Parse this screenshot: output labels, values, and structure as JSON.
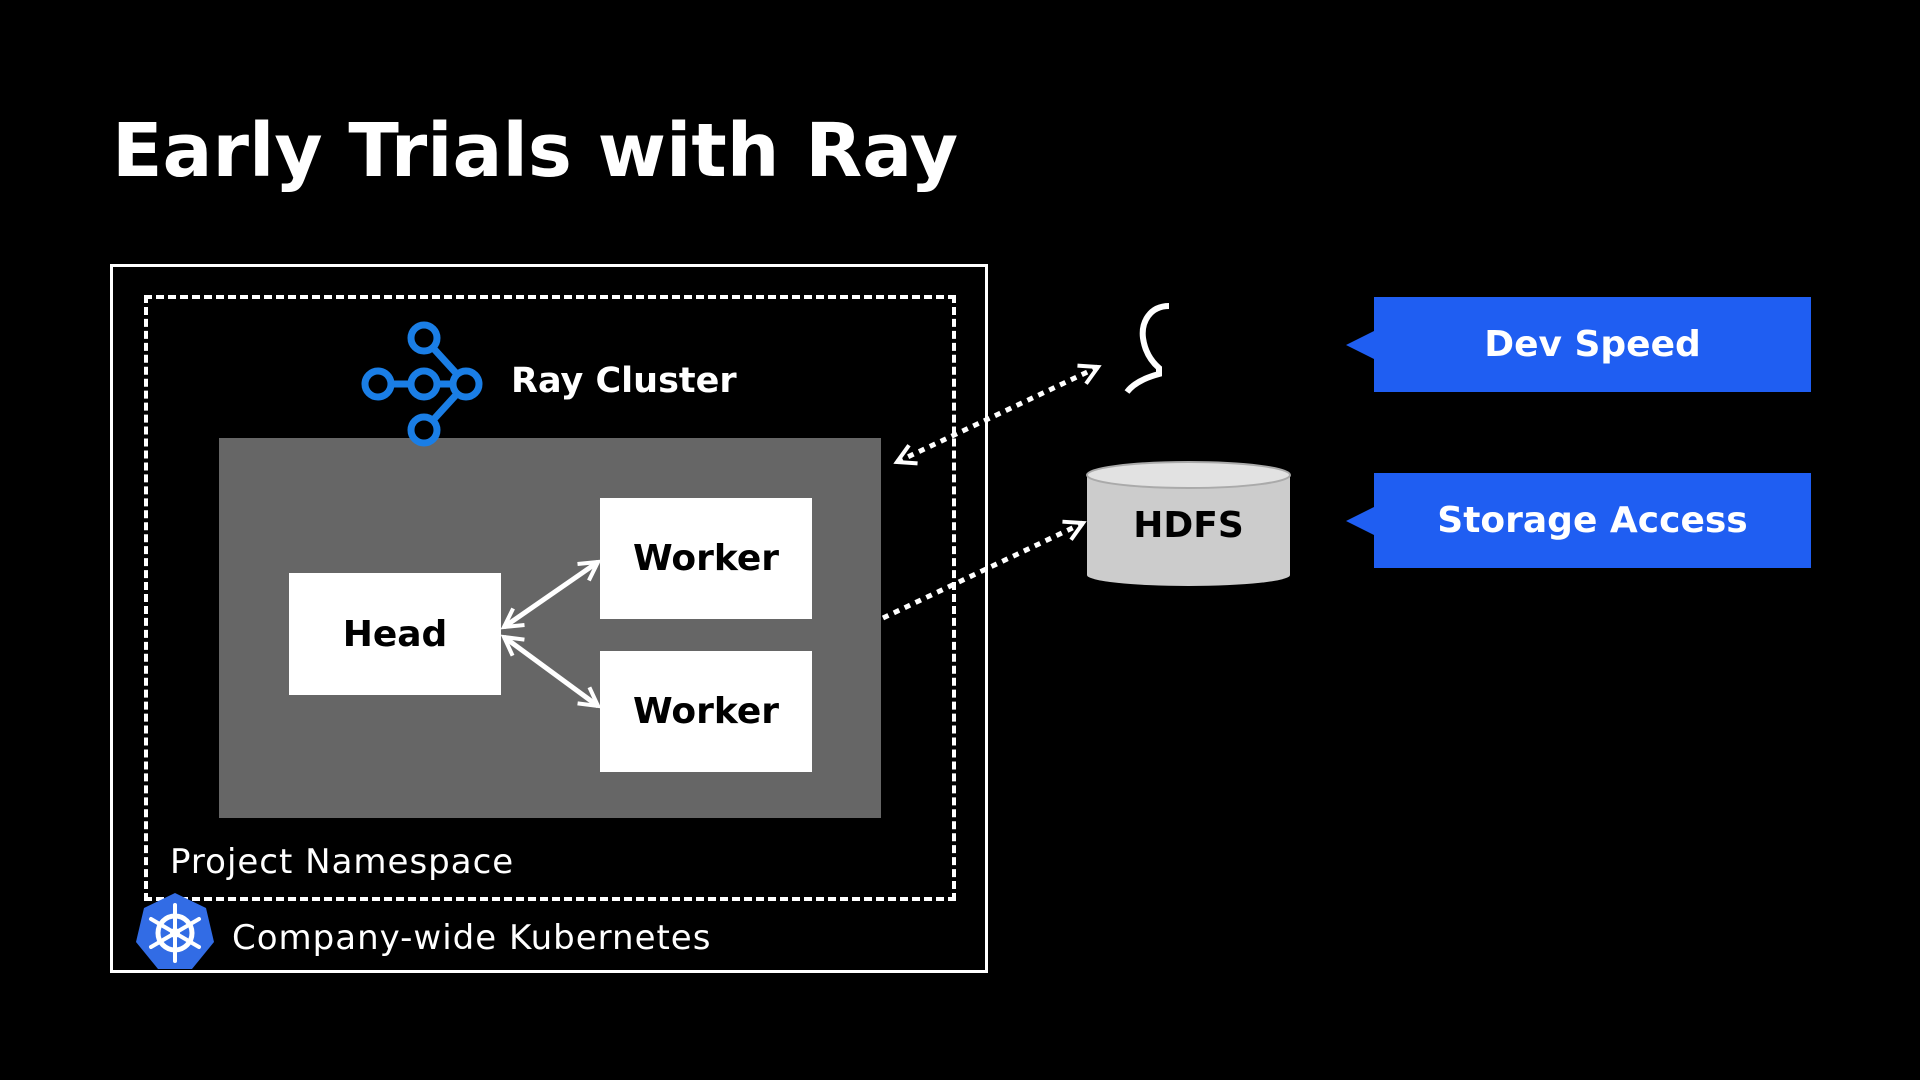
{
  "title": "Early Trials with Ray",
  "ray_cluster_label": "Ray Cluster",
  "nodes": {
    "head": "Head",
    "workers": [
      "Worker",
      "Worker"
    ]
  },
  "namespace_label": "Project Namespace",
  "kubernetes_label": "Company-wide Kubernetes",
  "hdfs_label": "HDFS",
  "callouts": {
    "dev_speed": "Dev Speed",
    "storage_access": "Storage Access"
  },
  "colors": {
    "accent_blue": "#1f5ef2",
    "ray_icon_blue": "#1a7ee6",
    "kubernetes_blue": "#326ce5",
    "cluster_gray": "#666666",
    "cylinder_gray": "#cccccc"
  },
  "icons": [
    "ray-logo-icon",
    "user-icon",
    "kubernetes-icon",
    "hdfs-cylinder-icon"
  ]
}
